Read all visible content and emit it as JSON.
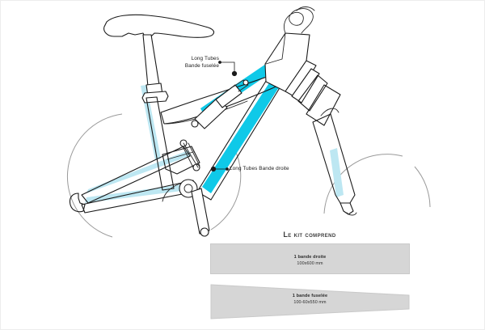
{
  "illustration": {
    "alt_name": "mountain-bike-frame-diagram",
    "colors": {
      "bold_cyan": "#0fc9e8",
      "light_cyan": "#bde7f2",
      "outline": "#1a1a1a",
      "wheel_outline": "#8c8c8c",
      "strip_fill": "#d6d6d6",
      "strip_border": "#c9c9c9"
    },
    "callouts": [
      {
        "id": "callout-fuselee",
        "line1": "Long Tubes",
        "line2": "Bande fuselée"
      },
      {
        "id": "callout-droite",
        "line1": "Long Tubes Bande droite"
      }
    ]
  },
  "kit": {
    "title": "Le kit comprend",
    "items": [
      {
        "name": "1 bande droite",
        "dimensions": "100x600 mm",
        "shape": "rectangle"
      },
      {
        "name": "1 bande fuselée",
        "dimensions": "100-60x550 mm",
        "shape": "tapered"
      }
    ]
  }
}
